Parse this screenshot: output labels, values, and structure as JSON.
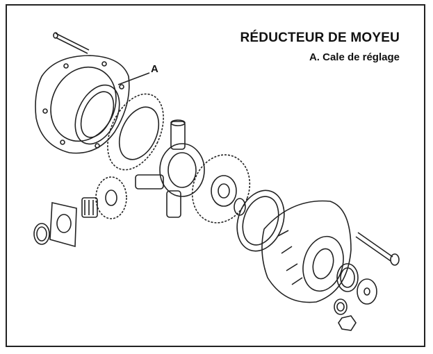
{
  "diagram": {
    "title": "RÉDUCTEUR DE MOYEU",
    "legend": "A. Cale de réglage",
    "callout_label": "A"
  }
}
